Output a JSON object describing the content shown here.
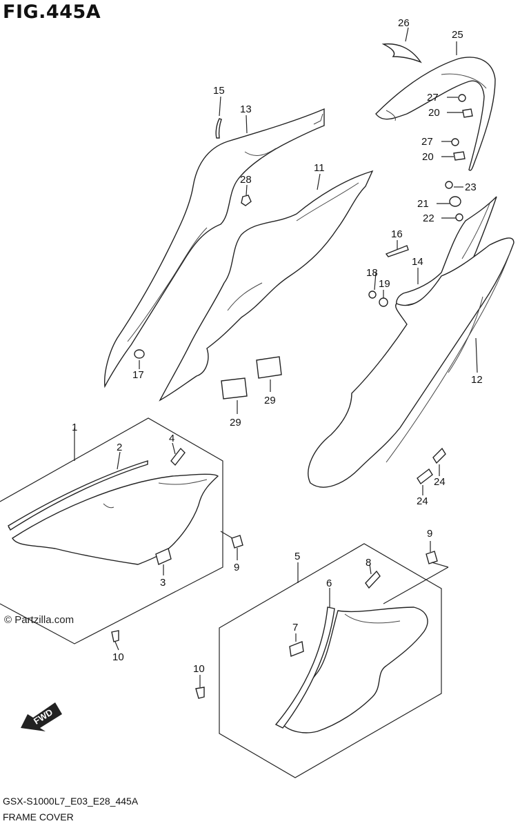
{
  "figure": {
    "title": "FIG.445A",
    "watermark": "© Partzilla.com",
    "model_code": "GSX-S1000L7_E03_E28_445A",
    "section_name": "FRAME COVER",
    "fwd_label": "FWD"
  },
  "callouts": [
    {
      "id": "p1",
      "label": "1"
    },
    {
      "id": "p2",
      "label": "2"
    },
    {
      "id": "p3",
      "label": "3"
    },
    {
      "id": "p4",
      "label": "4"
    },
    {
      "id": "p5",
      "label": "5"
    },
    {
      "id": "p6",
      "label": "6"
    },
    {
      "id": "p7",
      "label": "7"
    },
    {
      "id": "p8",
      "label": "8"
    },
    {
      "id": "p9a",
      "label": "9"
    },
    {
      "id": "p9b",
      "label": "9"
    },
    {
      "id": "p10a",
      "label": "10"
    },
    {
      "id": "p10b",
      "label": "10"
    },
    {
      "id": "p11",
      "label": "11"
    },
    {
      "id": "p12",
      "label": "12"
    },
    {
      "id": "p13",
      "label": "13"
    },
    {
      "id": "p14",
      "label": "14"
    },
    {
      "id": "p15",
      "label": "15"
    },
    {
      "id": "p16",
      "label": "16"
    },
    {
      "id": "p17",
      "label": "17"
    },
    {
      "id": "p18",
      "label": "18"
    },
    {
      "id": "p19",
      "label": "19"
    },
    {
      "id": "p20a",
      "label": "20"
    },
    {
      "id": "p20b",
      "label": "20"
    },
    {
      "id": "p21",
      "label": "21"
    },
    {
      "id": "p22",
      "label": "22"
    },
    {
      "id": "p23",
      "label": "23"
    },
    {
      "id": "p24a",
      "label": "24"
    },
    {
      "id": "p24b",
      "label": "24"
    },
    {
      "id": "p25",
      "label": "25"
    },
    {
      "id": "p26",
      "label": "26"
    },
    {
      "id": "p27a",
      "label": "27"
    },
    {
      "id": "p27b",
      "label": "27"
    },
    {
      "id": "p28",
      "label": "28"
    },
    {
      "id": "p29a",
      "label": "29"
    },
    {
      "id": "p29b",
      "label": "29"
    }
  ]
}
